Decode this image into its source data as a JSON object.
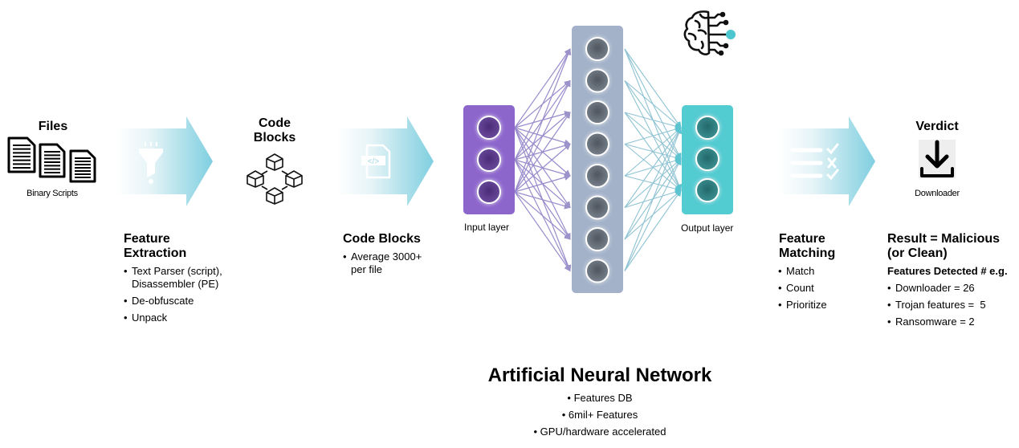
{
  "colors": {
    "arrow_start": "#ffffff",
    "arrow_end": "#7fcfe0",
    "input_layer": "#8d66cc",
    "input_node": "#5a3a8a",
    "hidden_layer": "#a3b2c9",
    "hidden_node": "#5f6872",
    "output_layer": "#52cbd1",
    "output_node": "#2e7a7c",
    "brain_dot": "#4ec6cf"
  },
  "stages": {
    "files": {
      "title": "Files",
      "icon": "document-icon",
      "caption": "Binary Scripts"
    },
    "feature_extraction": {
      "arrow_icon": "funnel-icon",
      "title_line1": "Feature",
      "title_line2": "Extraction",
      "bullets": [
        "Text Parser (script),",
        "De-obfuscate",
        "Unpack"
      ],
      "bullet1_cont": "Disassembler (PE)"
    },
    "code_blocks": {
      "title_line1": "Code",
      "title_line2": "Blocks",
      "icon": "cubes-icon"
    },
    "code_blocks_desc": {
      "arrow_icon": "code-file-icon",
      "title": "Code Blocks",
      "bullet": "Average 3000+",
      "bullet_cont": "per file"
    },
    "network": {
      "input_label": "Input layer",
      "output_label": "Output layer",
      "input_nodes": 3,
      "hidden_nodes": 8,
      "output_nodes": 3,
      "icon": "ai-brain-icon"
    },
    "feature_matching": {
      "arrow_icon": "checklist-icon",
      "title_line1": "Feature",
      "title_line2": "Matching",
      "bullets": [
        "Match",
        "Count",
        "Prioritize"
      ]
    },
    "verdict": {
      "title": "Verdict",
      "icon": "download-icon",
      "caption": "Downloader"
    },
    "result": {
      "title_line1": "Result = Malicious",
      "title_line2": "(or Clean)",
      "subtitle": "Features Detected # e.g.",
      "bullets": [
        "Downloader = 26",
        "Trojan features =  5",
        "Ransomware = 2"
      ]
    }
  },
  "ann": {
    "title": "Artificial Neural Network",
    "bullets": [
      "• Features DB",
      "• 6mil+ Features",
      "• GPU/hardware accelerated"
    ]
  }
}
